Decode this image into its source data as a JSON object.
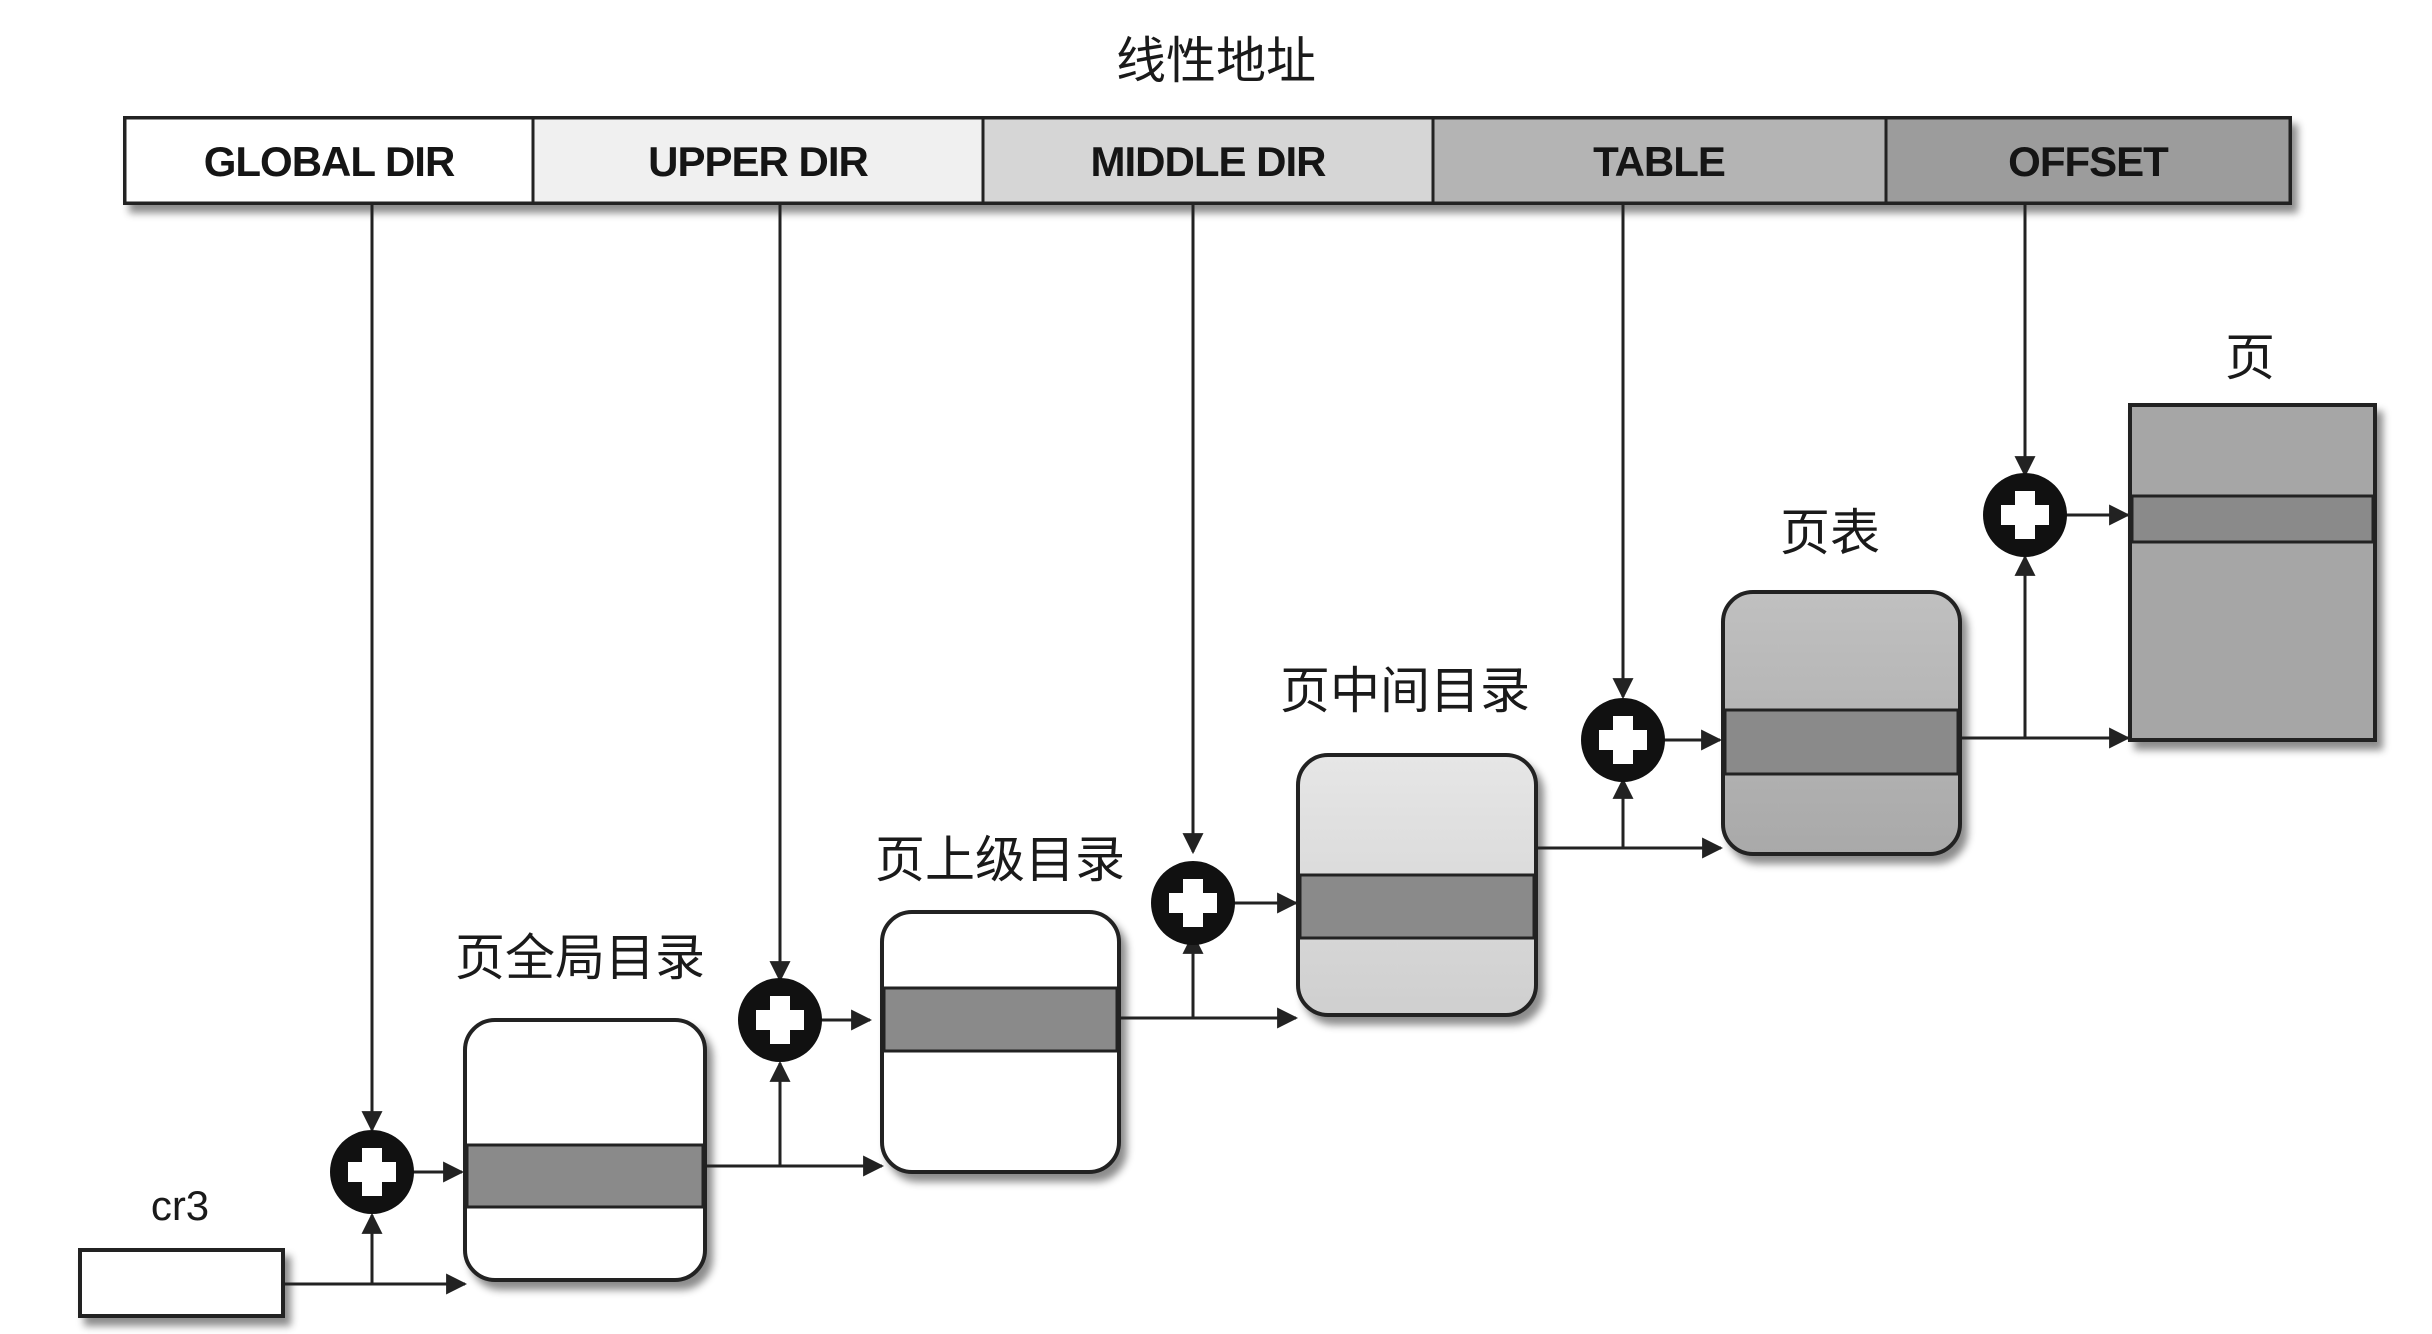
{
  "diagram": {
    "title": "线性地址",
    "fields": [
      {
        "key": "global",
        "label": "GLOBAL DIR",
        "color": "#ffffff"
      },
      {
        "key": "upper",
        "label": "UPPER DIR",
        "color": "#f0f0f0"
      },
      {
        "key": "middle",
        "label": "MIDDLE DIR",
        "color": "#d6d6d6"
      },
      {
        "key": "table",
        "label": "TABLE",
        "color": "#b4b4b4"
      },
      {
        "key": "offset",
        "label": "OFFSET",
        "color": "#9c9c9c"
      }
    ],
    "register": {
      "label": "cr3"
    },
    "tables": {
      "pgd": {
        "label": "页全局目录"
      },
      "pud": {
        "label": "页上级目录"
      },
      "pmd": {
        "label": "页中间目录"
      },
      "pte": {
        "label": "页表"
      },
      "page": {
        "label": "页"
      }
    },
    "colors": {
      "entry": "#8a8a8a",
      "adder": "#111111",
      "stroke": "#222222"
    },
    "adder_icon": "plus-in-circle-icon"
  }
}
